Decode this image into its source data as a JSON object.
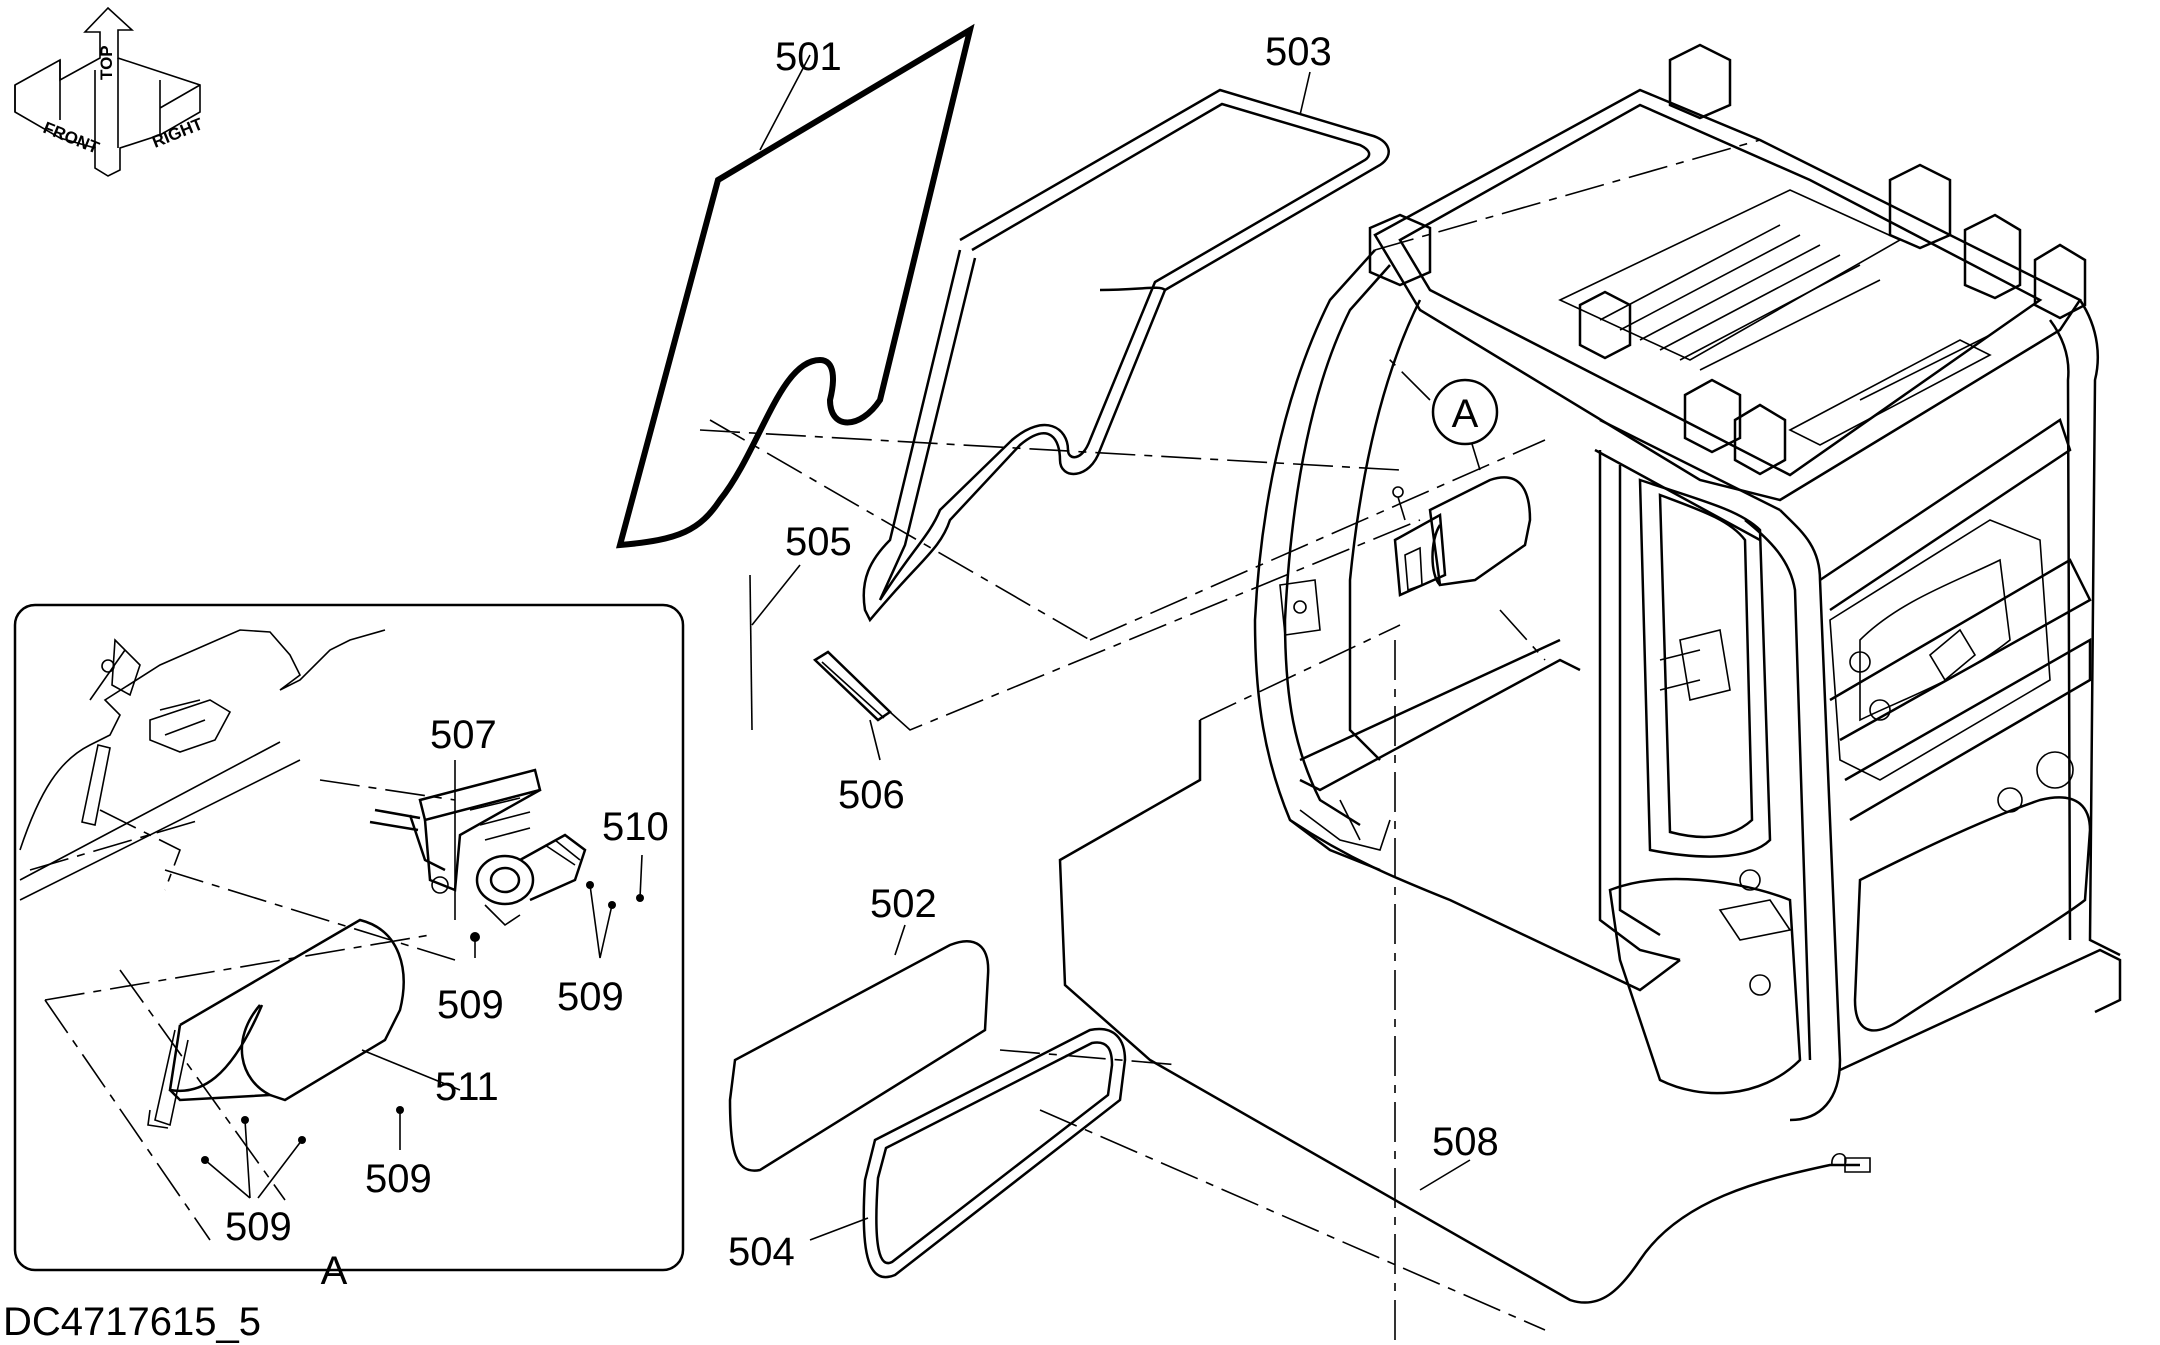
{
  "drawing_id": "DC4717615_5",
  "orientation": {
    "top": "TOP",
    "front": "FRONT",
    "right": "RIGHT"
  },
  "detail_view": {
    "marker": "A",
    "caption": "A"
  },
  "parts": {
    "p501": "501",
    "p502": "502",
    "p503": "503",
    "p504": "504",
    "p505": "505",
    "p506": "506",
    "p507": "507",
    "p508": "508",
    "p509": "509",
    "p510": "510",
    "p511": "511"
  }
}
